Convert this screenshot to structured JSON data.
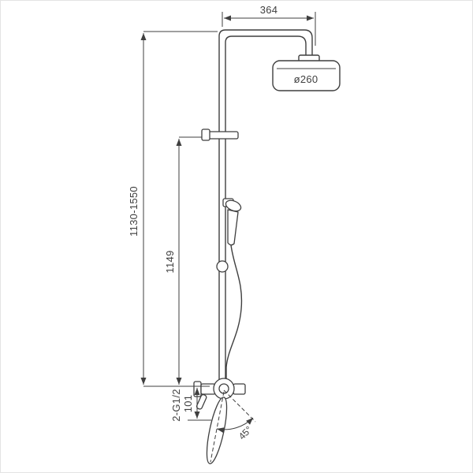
{
  "colors": {
    "background": "#ffffff",
    "line": "#3f3f3f",
    "border": "#e4e4e4"
  },
  "drawing": {
    "dimensions": {
      "arm_length": "364",
      "head_diameter": "ø260",
      "height_range": "1130-1550",
      "slide_bar_height": "1149",
      "spout_projection": "101",
      "connections": "2-G1/2",
      "spout_angle": "45°"
    }
  }
}
